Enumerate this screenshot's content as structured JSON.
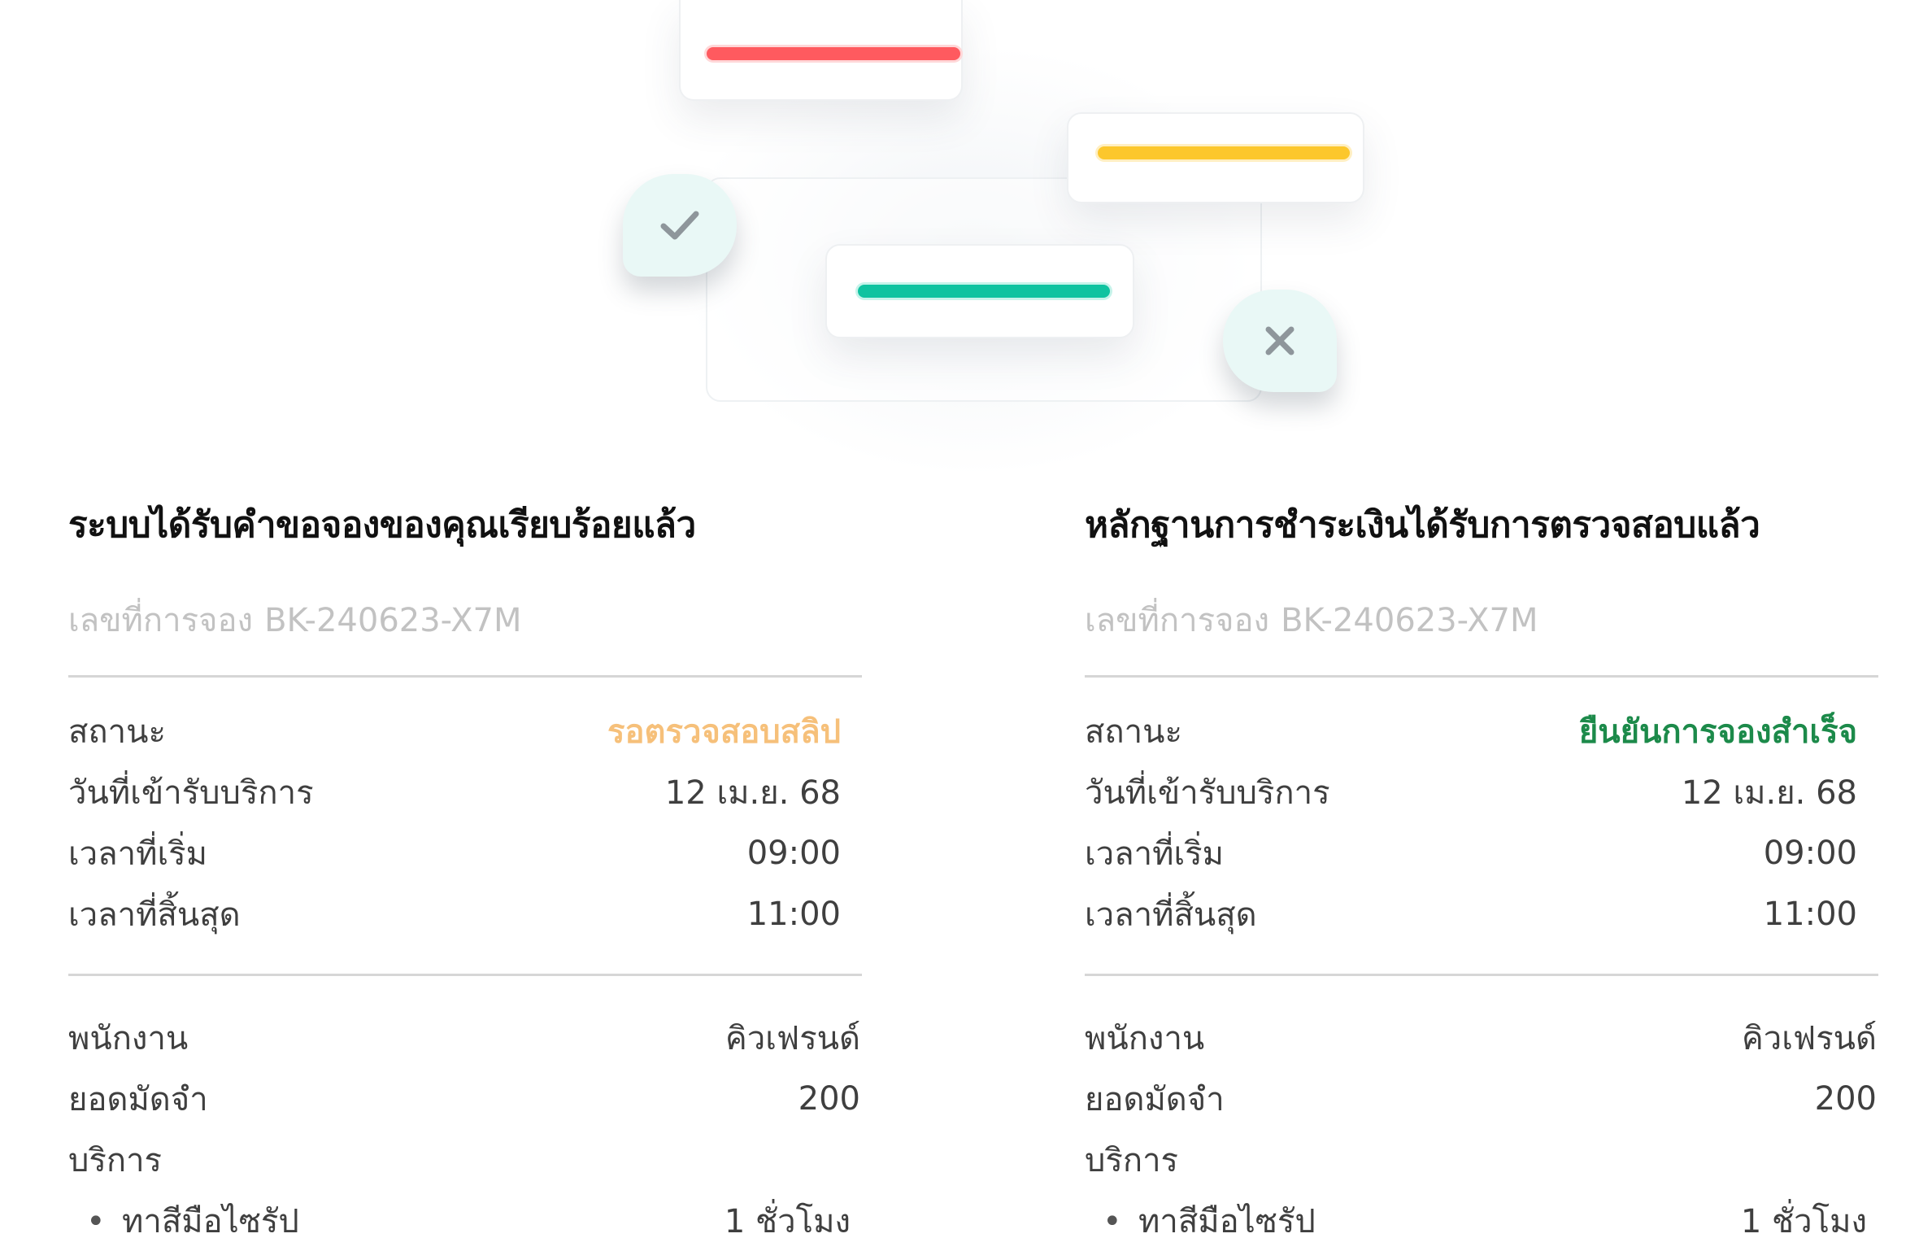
{
  "colors": {
    "bar_red": "#ff5a5f",
    "bar_yellow": "#fcc72c",
    "bar_green": "#0fc3a0",
    "status_pending": "#f6c07a",
    "status_confirmed": "#1c8a4a"
  },
  "illustration": {
    "icons": [
      "check-icon",
      "close-icon"
    ]
  },
  "left_card": {
    "title": "ระบบได้รับคำขอจองของคุณเรียบร้อยแล้ว",
    "booking_label": "เลขที่การจอง",
    "booking_id": "BK-240623-X7M",
    "rows": [
      {
        "label": "สถานะ",
        "value": "รอตรวจสอบสลิป"
      },
      {
        "label": "วันที่เข้ารับบริการ",
        "value": "12 เม.ย. 68"
      },
      {
        "label": "เวลาที่เริ่ม",
        "value": "09:00"
      },
      {
        "label": "เวลาที่สิ้นสุด",
        "value": "11:00"
      }
    ],
    "staff_label": "พนักงาน",
    "staff_value": "คิวเฟรนด์",
    "deposit_label": "ยอดมัดจำ",
    "deposit_value": "200",
    "service_label": "บริการ",
    "service_item": "ทาสีมือไซรัป",
    "service_duration": "1 ชั่วโมง"
  },
  "right_card": {
    "title": "หลักฐานการชำระเงินได้รับการตรวจสอบแล้ว",
    "booking_label": "เลขที่การจอง",
    "booking_id": "BK-240623-X7M",
    "rows": [
      {
        "label": "สถานะ",
        "value": "ยืนยันการจองสำเร็จ"
      },
      {
        "label": "วันที่เข้ารับบริการ",
        "value": "12 เม.ย. 68"
      },
      {
        "label": "เวลาที่เริ่ม",
        "value": "09:00"
      },
      {
        "label": "เวลาที่สิ้นสุด",
        "value": "11:00"
      }
    ],
    "staff_label": "พนักงาน",
    "staff_value": "คิวเฟรนด์",
    "deposit_label": "ยอดมัดจำ",
    "deposit_value": "200",
    "service_label": "บริการ",
    "service_item": "ทาสีมือไซรัป",
    "service_duration": "1 ชั่วโมง"
  }
}
